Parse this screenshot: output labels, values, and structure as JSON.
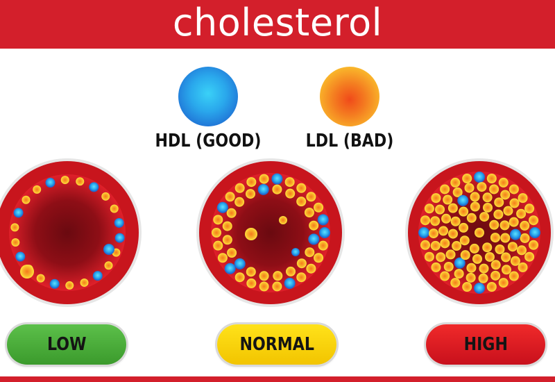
{
  "title": "cholesterol",
  "legend": [
    {
      "label": "HDL (GOOD)",
      "icon": "blue-particle-icon"
    },
    {
      "label": "LDL (BAD)",
      "icon": "yellow-particle-icon"
    }
  ],
  "levels": [
    {
      "label": "LOW",
      "color": "#4cae3a"
    },
    {
      "label": "NORMAL",
      "color": "#f7d30c"
    },
    {
      "label": "HIGH",
      "color": "#e21c24"
    }
  ],
  "colors": {
    "banner": "#d31f2b",
    "vessel_wall": "#c8151d",
    "hdl": "#2aa8ec",
    "ldl": "#f9b22a"
  }
}
